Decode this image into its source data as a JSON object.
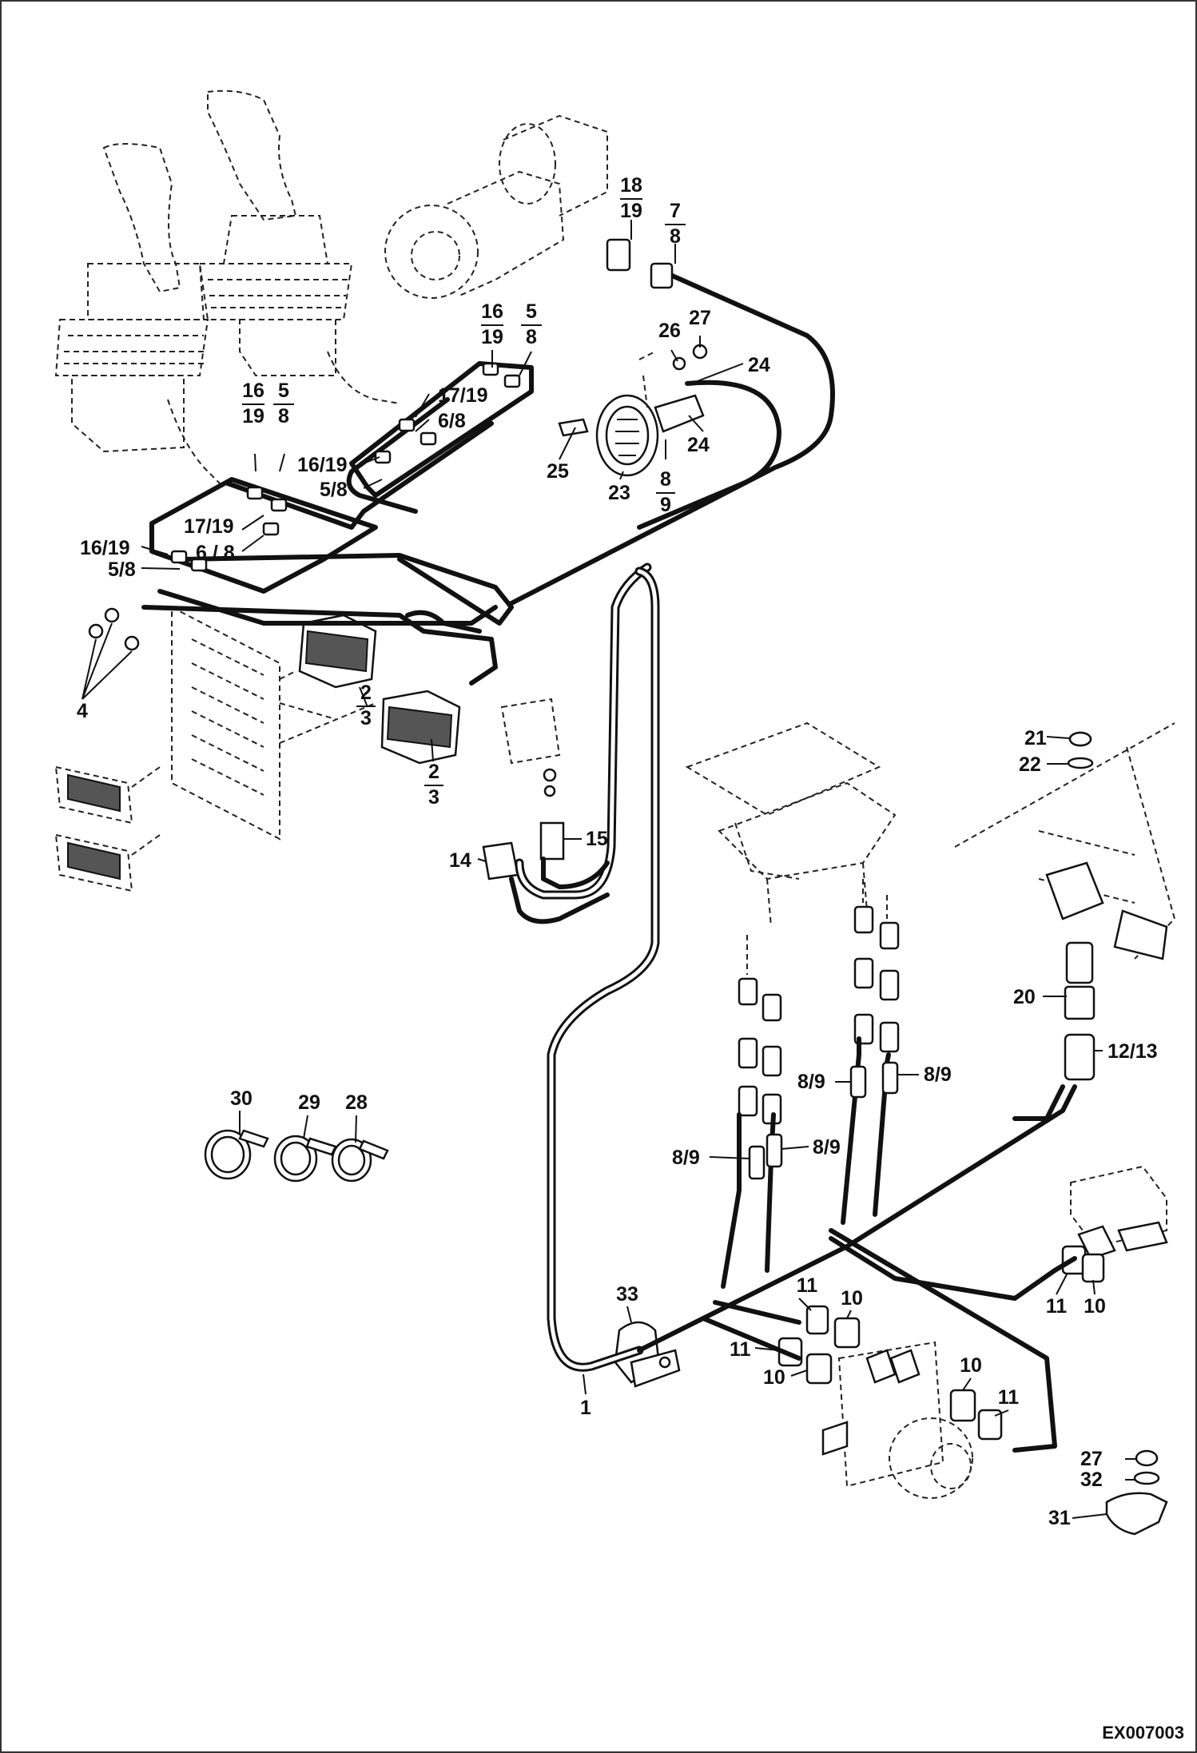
{
  "figure_code": "EX007003",
  "callouts": [
    {
      "id": "c-18-19",
      "text": "18\n19"
    },
    {
      "id": "c-7-8-top",
      "text": "7\n8"
    },
    {
      "id": "c-16-19-a",
      "text": "16\n19"
    },
    {
      "id": "c-5-8-a",
      "text": "5\n8"
    },
    {
      "id": "c-26",
      "text": "26"
    },
    {
      "id": "c-27-a",
      "text": "27"
    },
    {
      "id": "c-24-a",
      "text": "24"
    },
    {
      "id": "c-24-b",
      "text": "24"
    },
    {
      "id": "c-25",
      "text": "25"
    },
    {
      "id": "c-23",
      "text": "23"
    },
    {
      "id": "c-8-9-frac",
      "text": "8\n9"
    },
    {
      "id": "c-16-19-b",
      "text": "16\n19"
    },
    {
      "id": "c-5-8-b",
      "text": "5\n8"
    },
    {
      "id": "c-17-19-a",
      "text": "17/19"
    },
    {
      "id": "c-6-8-a",
      "text": "6/8"
    },
    {
      "id": "c-16-19-c",
      "text": "16/19"
    },
    {
      "id": "c-5-8-c",
      "text": "5/8"
    },
    {
      "id": "c-17-19-b",
      "text": "17/19"
    },
    {
      "id": "c-6-8-b",
      "text": "6 / 8"
    },
    {
      "id": "c-16-19-d",
      "text": "16/19"
    },
    {
      "id": "c-5-8-d",
      "text": "5/8"
    },
    {
      "id": "c-4",
      "text": "4"
    },
    {
      "id": "c-2-3-a",
      "text": "2\n3"
    },
    {
      "id": "c-2-3-b",
      "text": "2\n3"
    },
    {
      "id": "c-14",
      "text": "14"
    },
    {
      "id": "c-15",
      "text": "15"
    },
    {
      "id": "c-21",
      "text": "21"
    },
    {
      "id": "c-22",
      "text": "22"
    },
    {
      "id": "c-20",
      "text": "20"
    },
    {
      "id": "c-12-13",
      "text": "12/13"
    },
    {
      "id": "c-8-9-a",
      "text": "8/9"
    },
    {
      "id": "c-8-9-b",
      "text": "8/9"
    },
    {
      "id": "c-8-9-c",
      "text": "8/9"
    },
    {
      "id": "c-8-9-d",
      "text": "8/9"
    },
    {
      "id": "c-30",
      "text": "30"
    },
    {
      "id": "c-29",
      "text": "29"
    },
    {
      "id": "c-28",
      "text": "28"
    },
    {
      "id": "c-33",
      "text": "33"
    },
    {
      "id": "c-1",
      "text": "1"
    },
    {
      "id": "c-11-a",
      "text": "11"
    },
    {
      "id": "c-10-a",
      "text": "10"
    },
    {
      "id": "c-11-b",
      "text": "11"
    },
    {
      "id": "c-10-b",
      "text": "10"
    },
    {
      "id": "c-10-c",
      "text": "10"
    },
    {
      "id": "c-11-c",
      "text": "11"
    },
    {
      "id": "c-11-d",
      "text": "11"
    },
    {
      "id": "c-10-d",
      "text": "10"
    },
    {
      "id": "c-27-b",
      "text": "27"
    },
    {
      "id": "c-32",
      "text": "32"
    },
    {
      "id": "c-31",
      "text": "31"
    }
  ],
  "icons": {
    "joysticks": "joystick-icon",
    "blower": "blower-motor-icon",
    "horn": "horn-icon",
    "seat": "seat-icon",
    "relay": "relay-icon",
    "cable-ties": "cable-tie-icon",
    "clamp": "cable-clamp-icon"
  }
}
